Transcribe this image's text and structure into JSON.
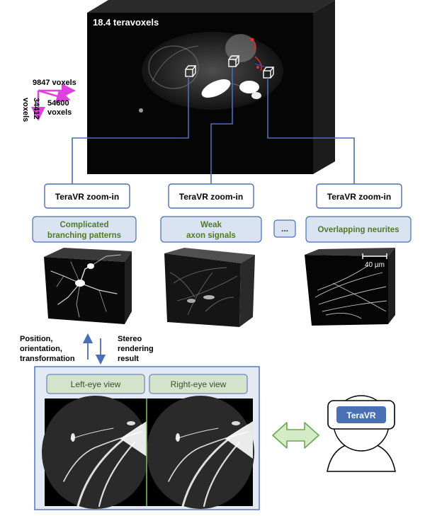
{
  "top_volume": {
    "title": "18.4 teravoxels",
    "dims": {
      "x": "9847 voxels",
      "y_line1": "54600",
      "y_line2": "voxels",
      "z_line1": "34412",
      "z_line2": "voxels"
    }
  },
  "zoom_label": "TeraVR zoom-in",
  "challenges": {
    "c1_line1": "Complicated",
    "c1_line2": "branching patterns",
    "c2_line1": "Weak",
    "c2_line2": "axon signals",
    "ellipsis": "...",
    "c3": "Overlapping neurites"
  },
  "scale_bar": "40 µm",
  "interaction": {
    "left_1": "Position,",
    "left_2": "orientation,",
    "left_3": "transformation",
    "right_1": "Stereo",
    "right_2": "rendering",
    "right_3": "result"
  },
  "stereo": {
    "left": "Left-eye view",
    "right": "Right-eye view"
  },
  "headset": "TeraVR",
  "colors": {
    "accent_blue": "#4a6fb5",
    "label_green": "#4f7a2a",
    "box_fill": "#d9e3f1",
    "arrow_fill": "#d5ebc7",
    "arrow_stroke": "#6aa84f",
    "magenta": "#e040e0"
  }
}
